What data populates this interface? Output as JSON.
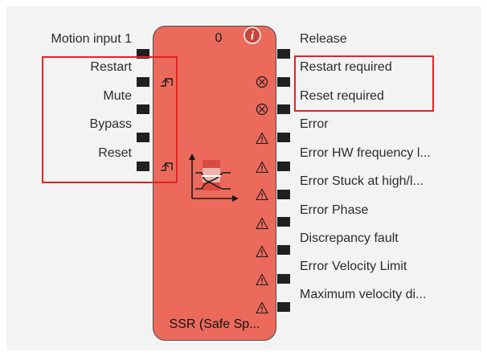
{
  "block": {
    "counter": "0",
    "title": "SSR (Safe Sp...",
    "fill_color": "#ec6a5c",
    "info_icon": "info-icon",
    "function_icon": "speed-monitor-icon"
  },
  "inputs": [
    {
      "label": "Motion input 1",
      "edge_icon": null
    },
    {
      "label": "Restart",
      "edge_icon": "rising-edge-icon"
    },
    {
      "label": "Mute",
      "edge_icon": null
    },
    {
      "label": "Bypass",
      "edge_icon": null
    },
    {
      "label": "Reset",
      "edge_icon": "rising-edge-icon"
    }
  ],
  "outputs": [
    {
      "label": "Release",
      "state_icon": null
    },
    {
      "label": "Restart required",
      "state_icon": "circle-x-icon"
    },
    {
      "label": "Reset required",
      "state_icon": "circle-x-icon"
    },
    {
      "label": "Error",
      "state_icon": "warning-icon"
    },
    {
      "label": "Error HW frequency l...",
      "state_icon": "warning-icon"
    },
    {
      "label": "Error Stuck at high/l...",
      "state_icon": "warning-icon"
    },
    {
      "label": "Error Phase",
      "state_icon": "warning-icon"
    },
    {
      "label": "Discrepancy fault",
      "state_icon": "warning-icon"
    },
    {
      "label": "Error Velocity Limit",
      "state_icon": "warning-icon"
    },
    {
      "label": "Maximum velocity di...",
      "state_icon": "warning-icon"
    }
  ],
  "colors": {
    "highlight": "#e52222",
    "pin": "#202020",
    "panel": "#f3f3f3"
  }
}
